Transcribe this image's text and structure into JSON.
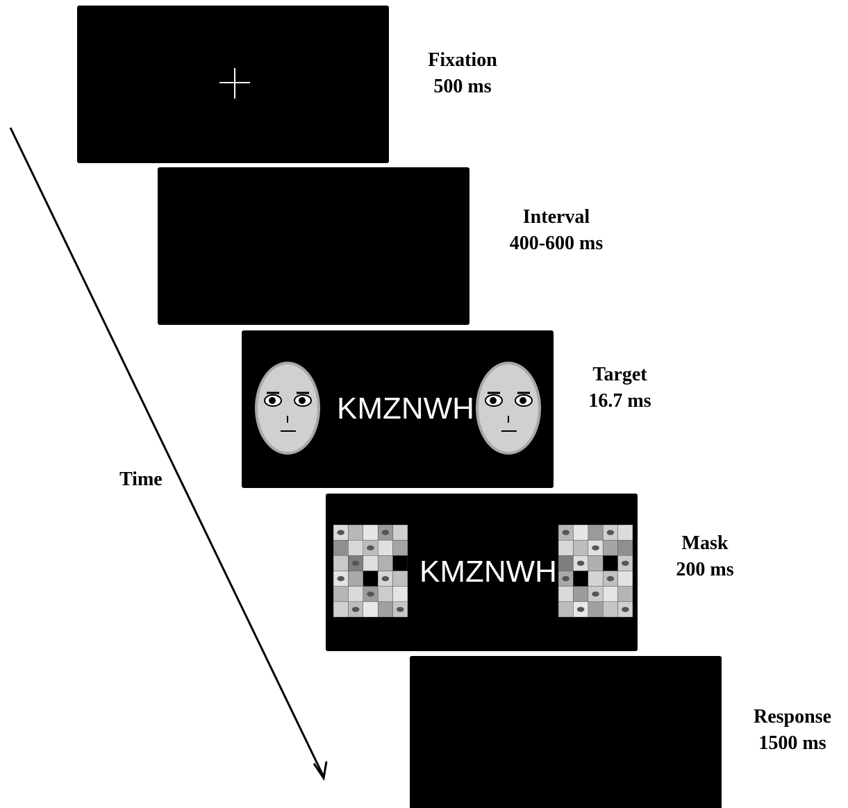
{
  "stages": [
    {
      "name": "Fixation",
      "duration": "500 ms"
    },
    {
      "name": "Interval",
      "duration": "400-600 ms"
    },
    {
      "name": "Target",
      "duration": "16.7 ms"
    },
    {
      "name": "Mask",
      "duration": "200 ms"
    },
    {
      "name": "Response",
      "duration": "1500 ms"
    }
  ],
  "target_letters": "KMZNWH",
  "mask_letters": "KMZNWH",
  "time_label": "Time",
  "colors": {
    "screen": "#000000",
    "face_fill": "#d0d0d0",
    "face_stroke": "#a8a8a8",
    "text_on_screen": "#ffffff"
  }
}
